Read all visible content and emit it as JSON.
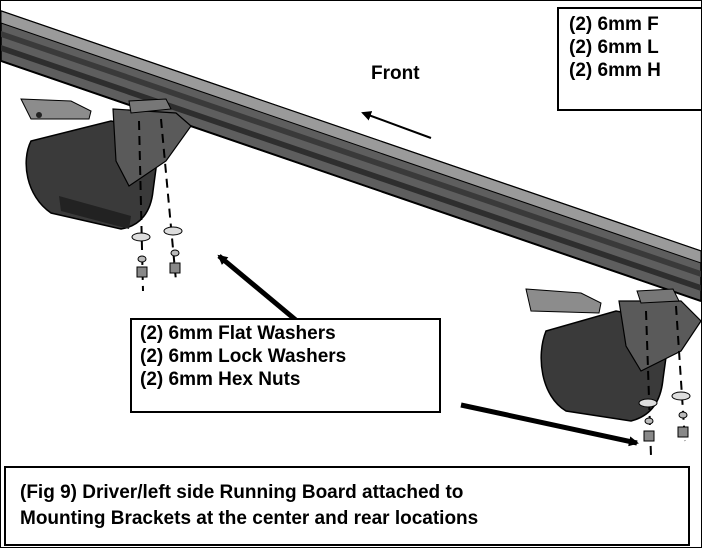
{
  "figure": {
    "front_label": "Front",
    "callout_top": {
      "lines": [
        "(2) 6mm F",
        "(2) 6mm L",
        "(2) 6mm H"
      ]
    },
    "callout_mid": {
      "lines": [
        "(2) 6mm Flat Washers",
        "(2) 6mm Lock Washers",
        "(2) 6mm Hex Nuts"
      ]
    },
    "caption": {
      "lines": [
        "(Fig 9) Driver/left side Running Board attached to",
        "Mounting Brackets at the center and rear locations"
      ]
    },
    "colors": {
      "board_dark": "#3a3a3a",
      "board_mid": "#5e5e5e",
      "board_light": "#8c8c8c",
      "bracket": "#4a4a4a",
      "line": "#000000"
    }
  }
}
